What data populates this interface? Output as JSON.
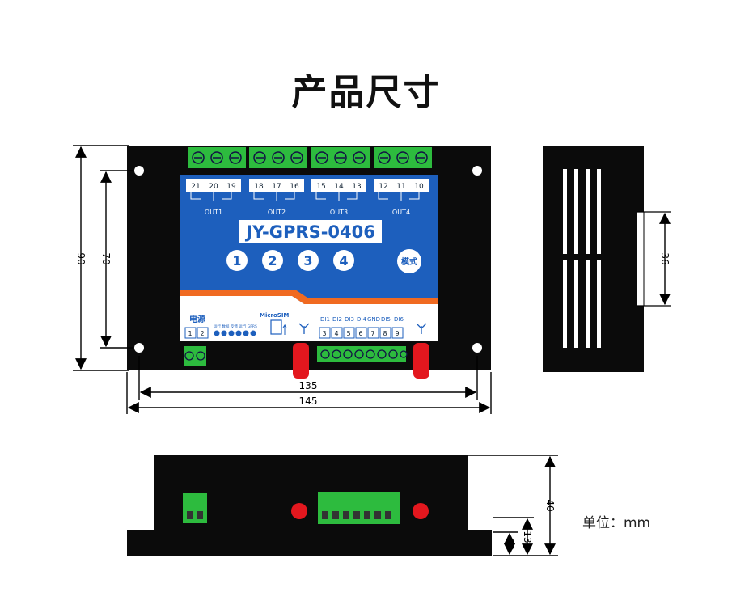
{
  "title": "产品尺寸",
  "device": {
    "model": "JY-GPRS-0406",
    "terminal_numbers": [
      "21",
      "20",
      "19",
      "18",
      "17",
      "16",
      "15",
      "14",
      "13",
      "12",
      "11",
      "10"
    ],
    "outputs": [
      "OUT1",
      "OUT2",
      "OUT3",
      "OUT4"
    ],
    "buttons": [
      "1",
      "2",
      "3",
      "4"
    ],
    "mode_button": "模式",
    "power_label": "电源",
    "power_pins": [
      "1",
      "2"
    ],
    "led_labels": "运行 数据 反馈 运行 GPRS",
    "sim_label": "MicroSIM",
    "di_labels": [
      "DI1",
      "DI2",
      "DI3",
      "DI4",
      "GND",
      "DI5",
      "DI6"
    ],
    "di_pins": [
      "3",
      "4",
      "5",
      "6",
      "7",
      "8",
      "9"
    ]
  },
  "dimensions": {
    "height_outer": "90",
    "height_inner": "70",
    "width_inner": "135",
    "width_outer": "145",
    "side_height": "36",
    "depth_total": "40",
    "depth_mid": "13",
    "depth_base": "10"
  },
  "unit": "单位：mm",
  "colors": {
    "body": "#0b0b0b",
    "panel_blue": "#1d5fbd",
    "terminal_green": "#2dbb3e",
    "antenna_red": "#e3171e",
    "accent_orange": "#f06a21"
  }
}
